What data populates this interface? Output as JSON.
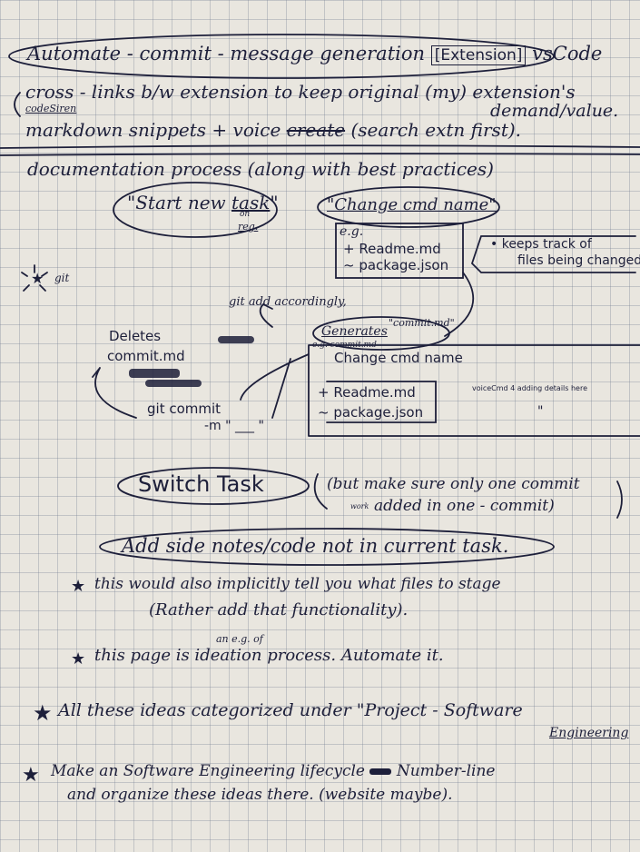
{
  "notes": {
    "l1_a": "Automate - commit - message generation",
    "l1_tag": "[Extension]",
    "l1_b": "vsCode",
    "l2": "cross - links b/w extension to keep original (my) extension's",
    "l2_tail": "demand/value.",
    "l2_side": "codeSiren",
    "l3_a": "markdown snippets + voice",
    "l3_strike": "create",
    "l3_b": "(search extn first).",
    "l4": "documentation process (along with best practices)",
    "task_start_a": "\"Start new",
    "task_start_task": "task",
    "task_start_q": "\"",
    "task_start_sub": "reg.",
    "task_start_small": "on",
    "change_cmd": "\"Change cmd name\"",
    "eg": "e.g.",
    "readme_add": "+ Readme.md",
    "pkg_mod": "~ package.json",
    "keeps_a": "• keeps track of",
    "keeps_b": "files being changed",
    "git_star": "git",
    "git_add": "git add accordingly,",
    "generates": "Generates",
    "commit_md": "\"commit.md\"",
    "box_eg": "e.g. commit.md",
    "box_title": "Change cmd name",
    "box_readme": "+ Readme.md",
    "box_pkg": "~ package.json",
    "box_voice": "voiceCmd 4 adding details here",
    "box_ditto": "\"",
    "deletes_a": "Deletes",
    "deletes_b": "commit.md",
    "git_commit": "git commit",
    "git_m": "-m \" ___ \"",
    "switch_task": "Switch Task",
    "switch_note_a": "(but make sure only one commit",
    "switch_note_b": "added in one - commit)",
    "switch_small": "work",
    "add_side": "Add side notes/code not in current task.",
    "star1_a": "this would also implicitly tell you what files to stage",
    "star1_b": "(Rather add that functionality).",
    "star2": "this page is ideation process. Automate it.",
    "star2_small": "an e.g. of",
    "star3_a": "All these ideas categorized under \"Project - Software",
    "star3_b": "Engineering",
    "star4_a": "Make an Software Engineering lifecycle",
    "star4_b": "Number-line",
    "star4_c": "and organize these ideas there. (website maybe)."
  },
  "colors": {
    "ink": "#1d1f3a",
    "paper": "#e9e6df",
    "grid": "#8a92a6"
  }
}
